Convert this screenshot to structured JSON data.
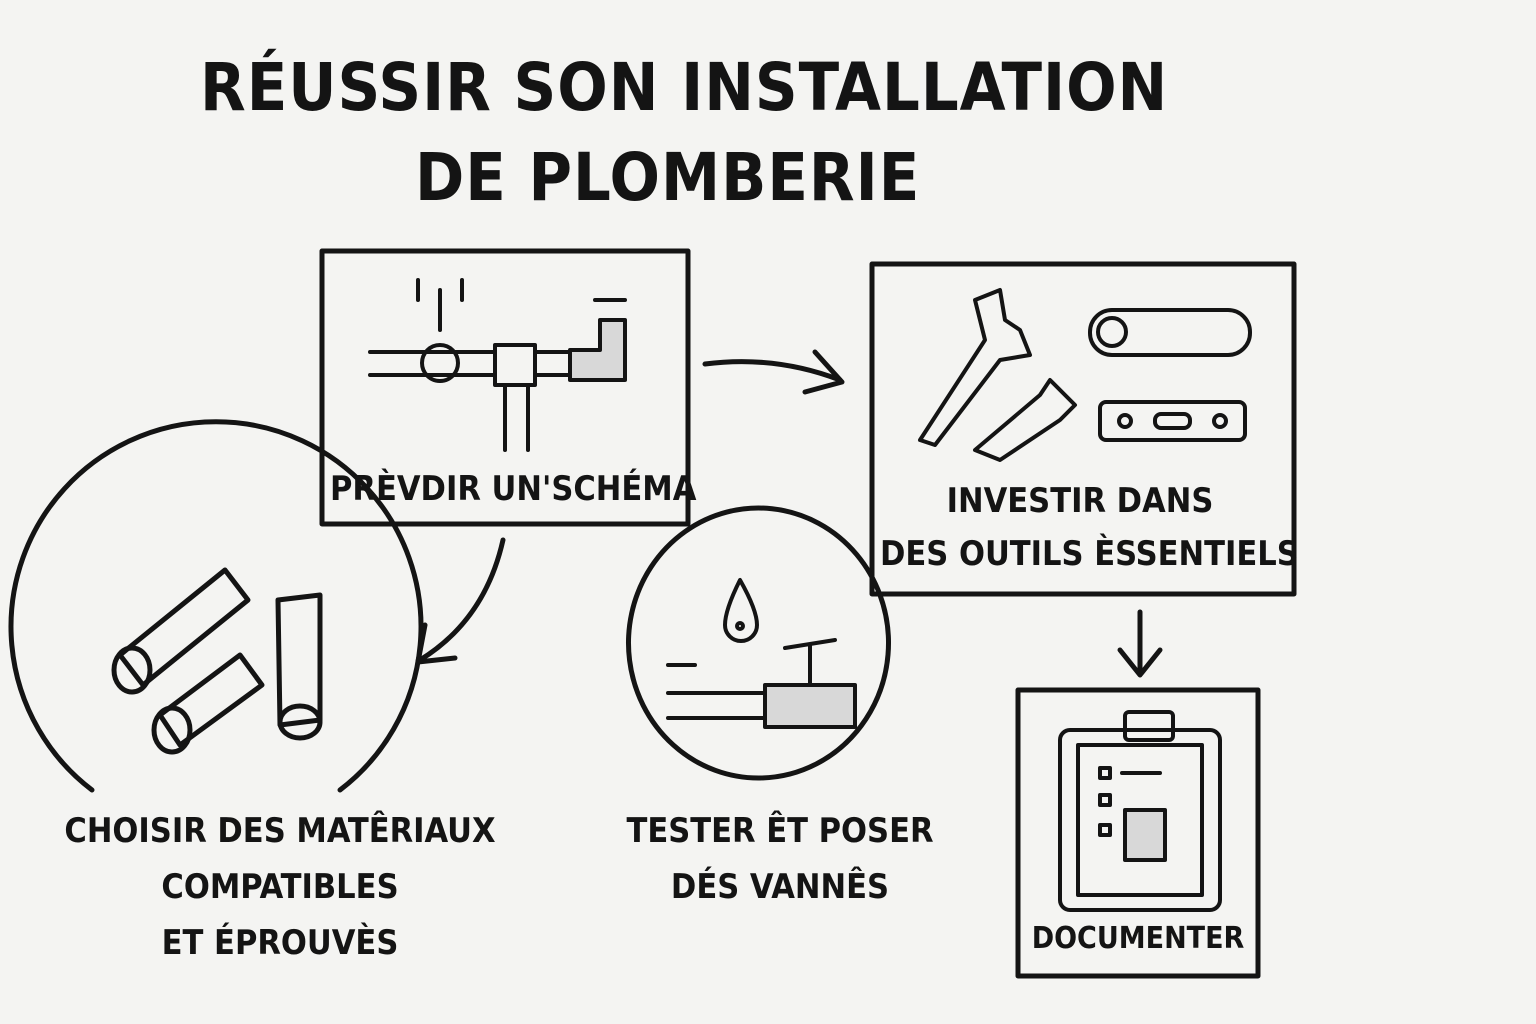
{
  "title": {
    "line1": "RÉUSSIR SON INSTALLATION",
    "line2": "DE PLOMBERIE"
  },
  "steps": [
    {
      "label": "PRÈVDIR UN'SCHÉMA",
      "icon": "pipe-schematic-icon"
    },
    {
      "label_line1": "INVESTIR DANS",
      "label_line2": "DES OUTILS ÈSSENTIELS",
      "icon": "tools-icon"
    },
    {
      "label_line1": "CHOISIR DES MATÊRIAUX",
      "label_line2": "COMPATIBLES",
      "label_line3": "ET ÉPROUVÈS",
      "icon": "pipes-icon"
    },
    {
      "label_line1": "TESTER ÊT POSER",
      "label_line2": "DÉS VANNÊS",
      "icon": "water-valve-icon"
    },
    {
      "label": "DOCUMENTER",
      "icon": "clipboard-icon"
    }
  ],
  "colors": {
    "ink": "#141414",
    "paper": "#f4f4f2",
    "fill": "#d8d8d8"
  }
}
